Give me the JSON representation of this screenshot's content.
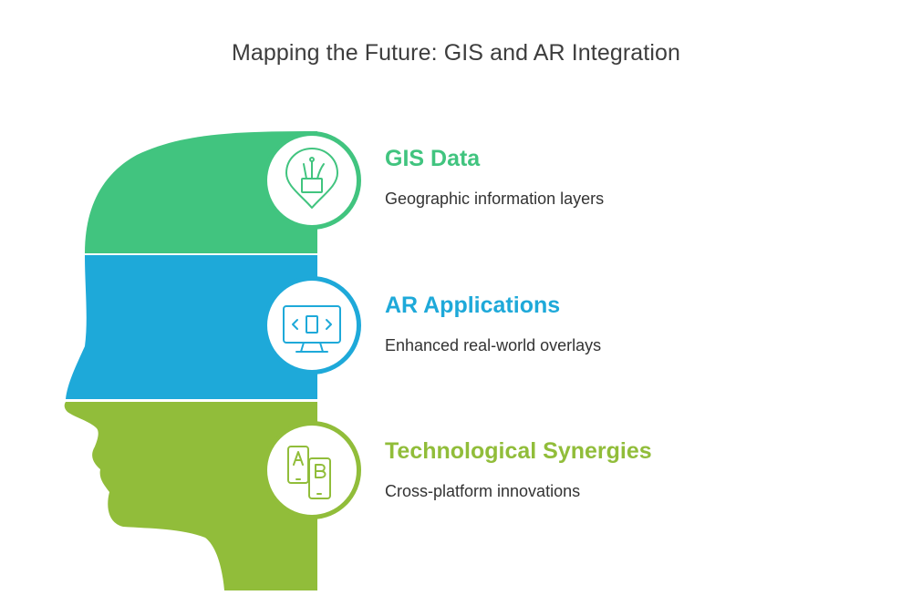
{
  "title": "Mapping the Future: GIS and AR Integration",
  "colors": {
    "green": "#41c47f",
    "blue": "#1ea9d9",
    "lime": "#91bd3a"
  },
  "sections": [
    {
      "heading": "GIS Data",
      "description": "Geographic information layers",
      "icon": "map-pin-paint-icon",
      "color": "#41c47f"
    },
    {
      "heading": "AR Applications",
      "description": "Enhanced real-world overlays",
      "icon": "monitor-code-icon",
      "color": "#1ea9d9"
    },
    {
      "heading": "Technological Synergies",
      "description": "Cross-platform innovations",
      "icon": "ab-phones-icon",
      "color": "#91bd3a"
    }
  ]
}
